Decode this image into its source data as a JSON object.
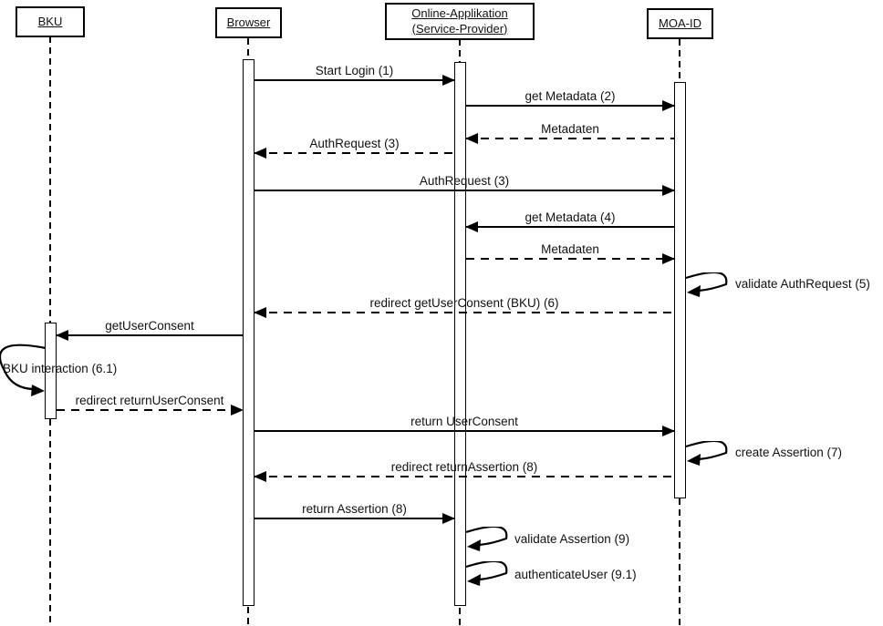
{
  "diagram": {
    "type": "sequence-diagram",
    "colors": {
      "line": "#000000",
      "background": "#ffffff",
      "text": "#111111"
    },
    "actors": [
      {
        "id": "bku",
        "label": "BKU"
      },
      {
        "id": "browser",
        "label": "Browser"
      },
      {
        "id": "online-app",
        "label": "Online-Applikation (Service-Provider)"
      },
      {
        "id": "moa-id",
        "label": "MOA-ID"
      }
    ],
    "messages": [
      {
        "label": "Start Login (1)",
        "from": "browser",
        "to": "online-app",
        "line": "solid"
      },
      {
        "label": "get Metadata (2)",
        "from": "online-app",
        "to": "moa-id",
        "line": "solid"
      },
      {
        "label": "Metadaten",
        "from": "moa-id",
        "to": "online-app",
        "line": "dashed"
      },
      {
        "label": "AuthRequest (3)",
        "from": "online-app",
        "to": "browser",
        "line": "dashed"
      },
      {
        "label": "AuthRequest (3)",
        "from": "browser",
        "to": "moa-id",
        "line": "solid"
      },
      {
        "label": "get Metadata (4)",
        "from": "moa-id",
        "to": "online-app",
        "line": "solid"
      },
      {
        "label": "Metadaten",
        "from": "online-app",
        "to": "moa-id",
        "line": "dashed"
      },
      {
        "label": "validate AuthRequest (5)",
        "from": "moa-id",
        "to": "moa-id",
        "line": "self"
      },
      {
        "label": "redirect getUserConsent (BKU) (6)",
        "from": "moa-id",
        "to": "browser",
        "line": "dashed"
      },
      {
        "label": "getUserConsent",
        "from": "browser",
        "to": "bku",
        "line": "solid"
      },
      {
        "label": "BKU interaction (6.1)",
        "from": "bku",
        "to": "bku",
        "line": "self"
      },
      {
        "label": "redirect returnUserConsent",
        "from": "bku",
        "to": "browser",
        "line": "dashed"
      },
      {
        "label": "return UserConsent",
        "from": "browser",
        "to": "moa-id",
        "line": "solid"
      },
      {
        "label": "create Assertion (7)",
        "from": "moa-id",
        "to": "moa-id",
        "line": "self"
      },
      {
        "label": "redirect returnAssertion (8)",
        "from": "moa-id",
        "to": "browser",
        "line": "dashed"
      },
      {
        "label": "return Assertion (8)",
        "from": "browser",
        "to": "online-app",
        "line": "solid"
      },
      {
        "label": "validate Assertion (9)",
        "from": "online-app",
        "to": "online-app",
        "line": "self"
      },
      {
        "label": "authenticateUser (9.1)",
        "from": "online-app",
        "to": "online-app",
        "line": "self"
      }
    ]
  }
}
